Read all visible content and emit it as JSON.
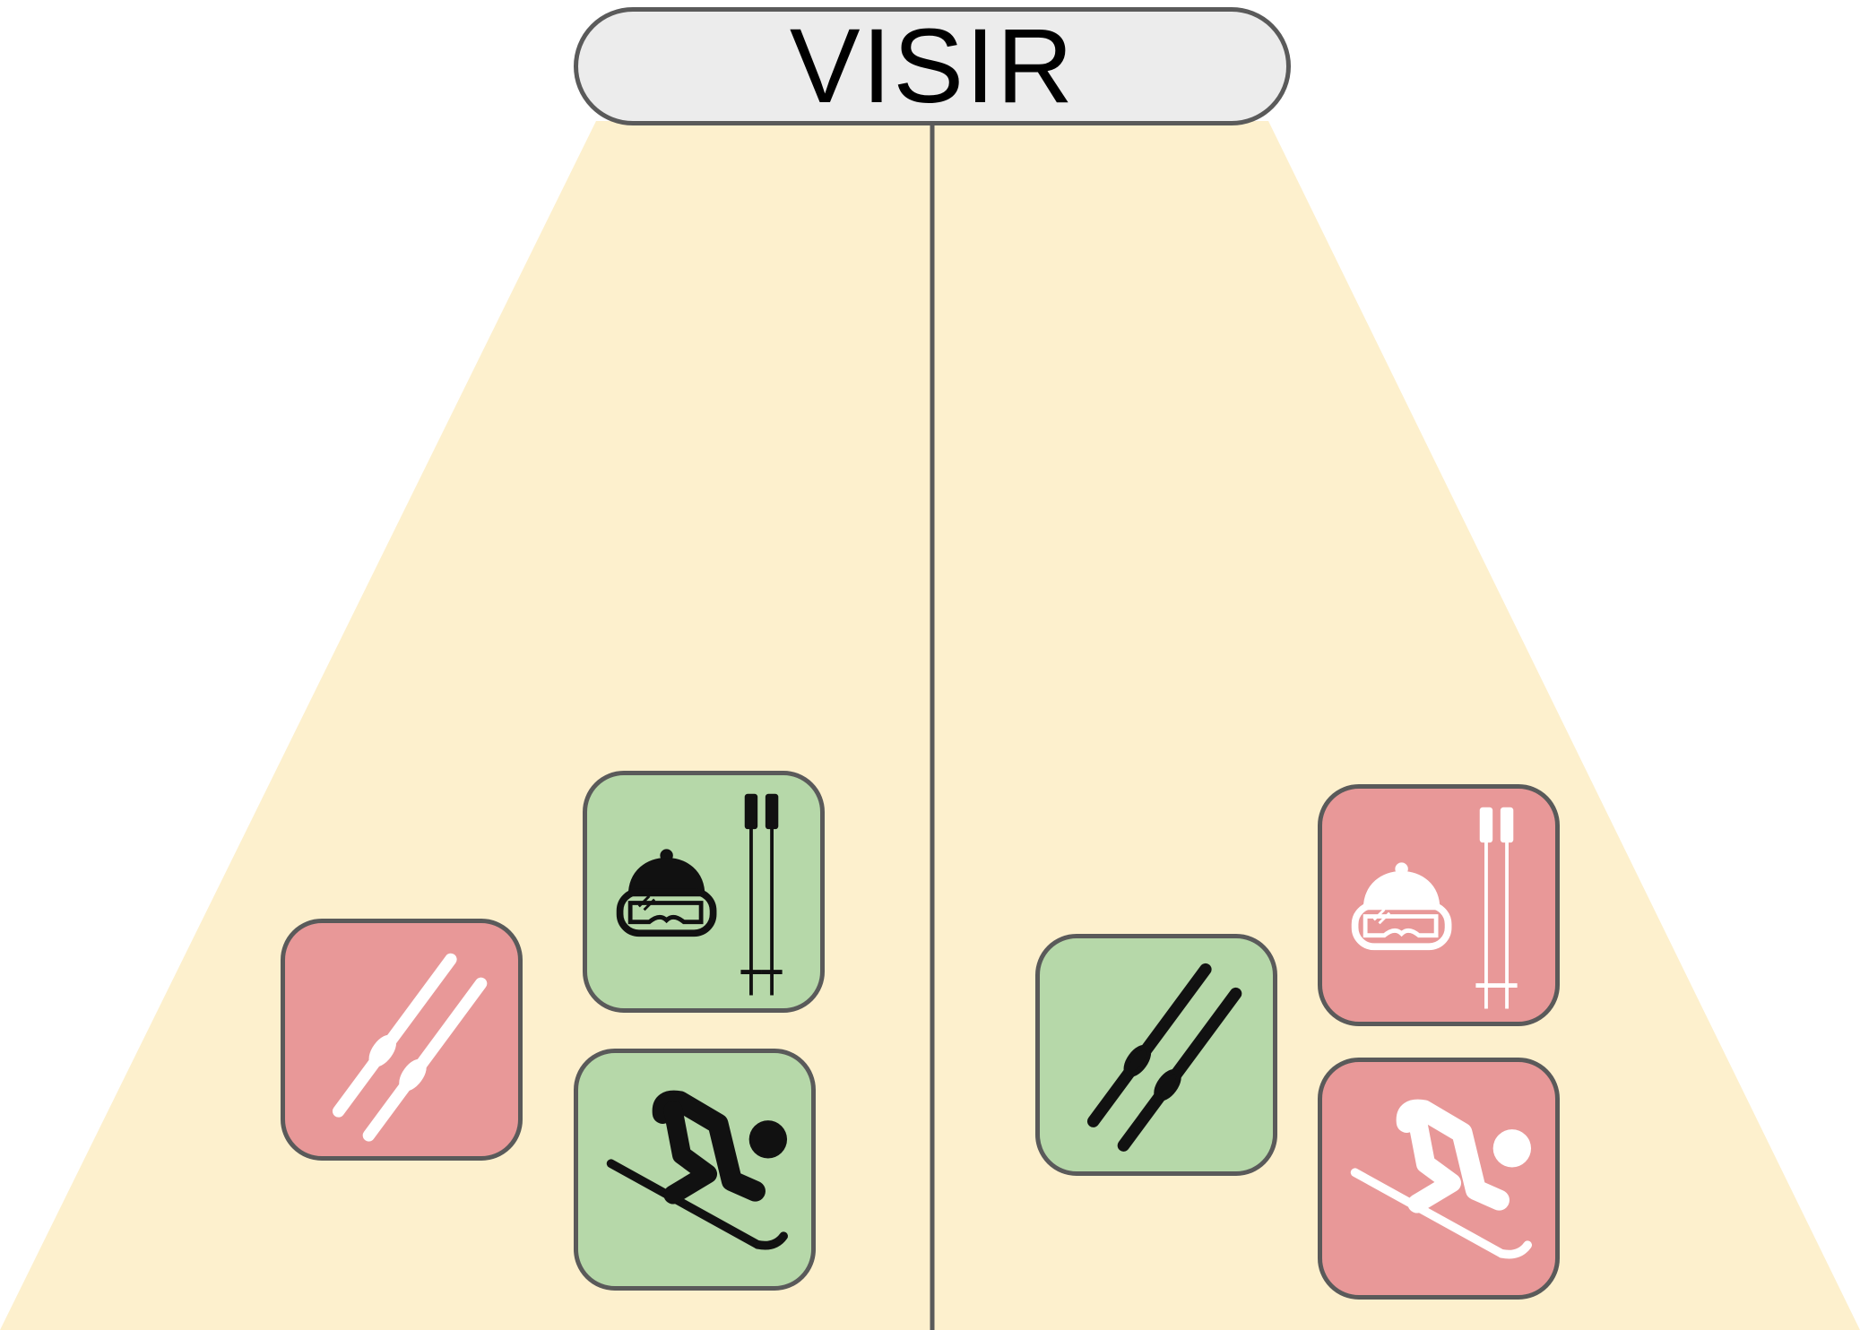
{
  "title": "VISIR",
  "colors": {
    "field": "#fdf0cd",
    "pill_fill": "#ececec",
    "outline": "#5a5a5a",
    "ok_green": "#b6d8a9",
    "bad_red": "#e89898"
  },
  "left_side": {
    "tiles": [
      {
        "icon": "skis-icon",
        "status": "red",
        "glyph_color": "white"
      },
      {
        "icon": "helmet-goggles-poles-icon",
        "status": "green",
        "glyph_color": "black"
      },
      {
        "icon": "downhill-skier-icon",
        "status": "green",
        "glyph_color": "black"
      }
    ]
  },
  "right_side": {
    "tiles": [
      {
        "icon": "skis-icon",
        "status": "green",
        "glyph_color": "black"
      },
      {
        "icon": "helmet-goggles-poles-icon",
        "status": "red",
        "glyph_color": "white"
      },
      {
        "icon": "downhill-skier-icon",
        "status": "red",
        "glyph_color": "white"
      }
    ]
  }
}
